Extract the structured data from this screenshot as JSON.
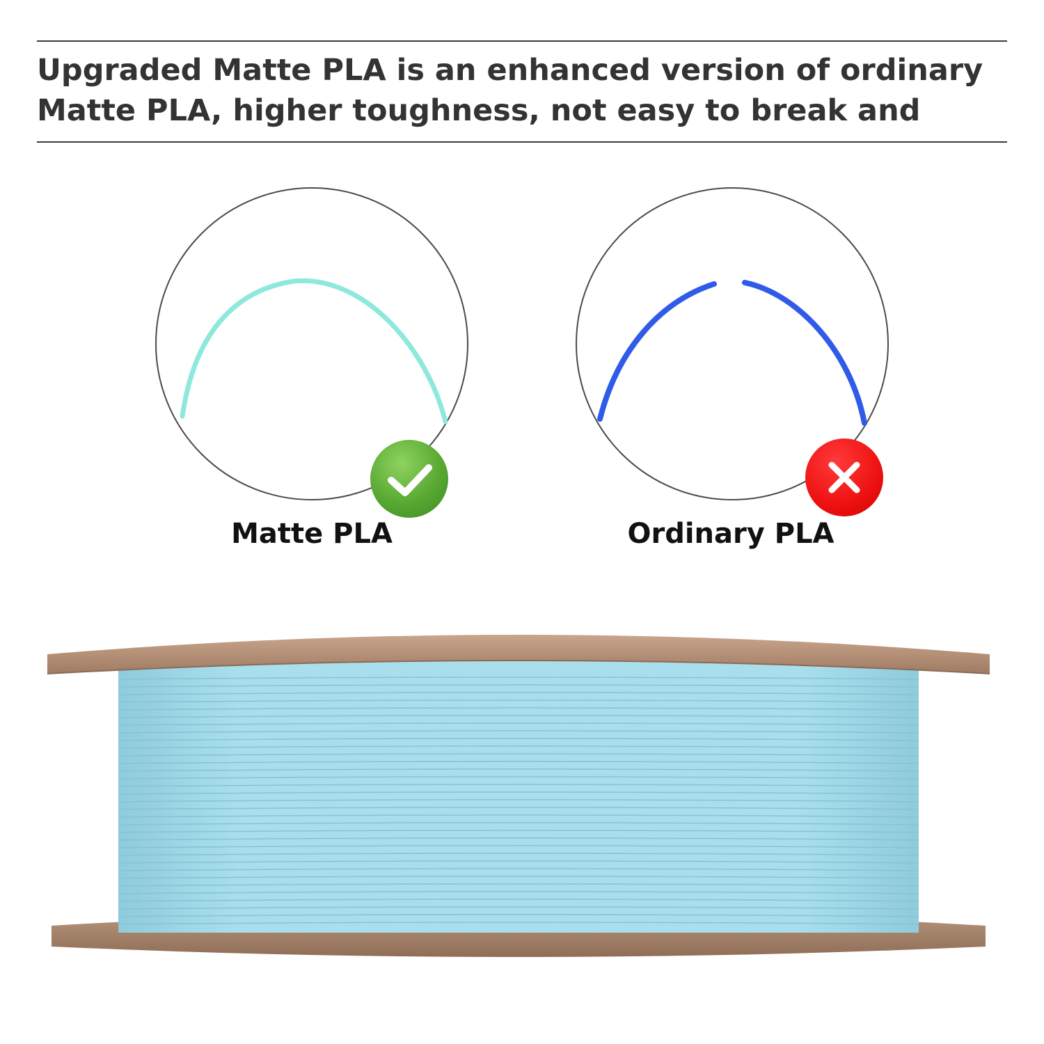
{
  "headline": {
    "line1": "Upgraded Matte PLA is an enhanced version of ordinary",
    "line2": "Matte PLA, higher toughness, not easy to break and"
  },
  "comparison": {
    "left": {
      "label": "Matte PLA",
      "badge_icon": "check-icon",
      "filament_color": "#8fe8dc",
      "badge_color": "#58a933"
    },
    "right": {
      "label": "Ordinary PLA",
      "badge_icon": "cross-icon",
      "filament_color": "#2f5be8",
      "badge_color": "#ee1111"
    }
  },
  "spool": {
    "filament_color": "#a6dcea",
    "flange_color": "#b18f78"
  }
}
